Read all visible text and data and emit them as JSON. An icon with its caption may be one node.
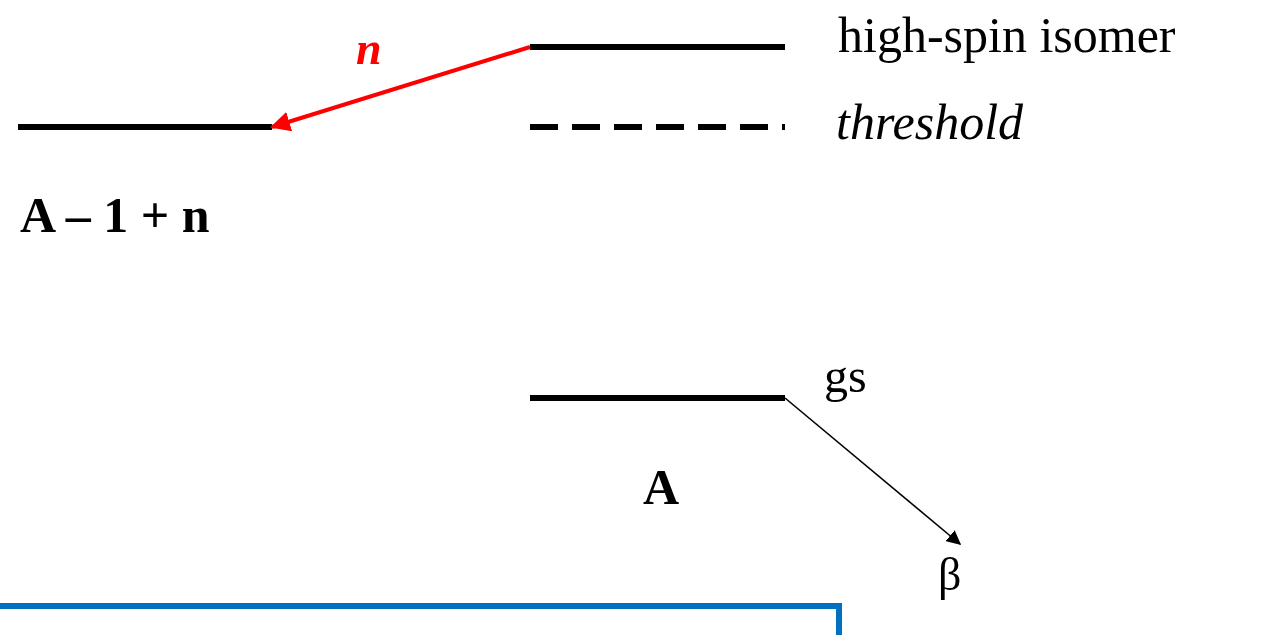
{
  "diagram": {
    "nodes": [
      {
        "text": [],
        "shape": "bar",
        "beside": [
          "A – 1 + n"
        ]
      },
      {
        "text": [],
        "shape": "bar",
        "beside": [
          "high-spin isomer"
        ]
      },
      {
        "text": [],
        "shape": "line",
        "beside": [
          "threshold"
        ]
      },
      {
        "text": [],
        "shape": "bar",
        "beside": [
          "gs",
          "A"
        ]
      },
      {
        "text": [
          "β"
        ]
      },
      {
        "text": [],
        "shape": "box"
      }
    ],
    "edges": [
      {
        "from": 1,
        "to": 0,
        "arrow": "to",
        "label": "n",
        "color": "#ff0000",
        "style": "thick"
      },
      {
        "from": 3,
        "to": 4,
        "arrow": "to",
        "color": "#000000"
      }
    ]
  }
}
